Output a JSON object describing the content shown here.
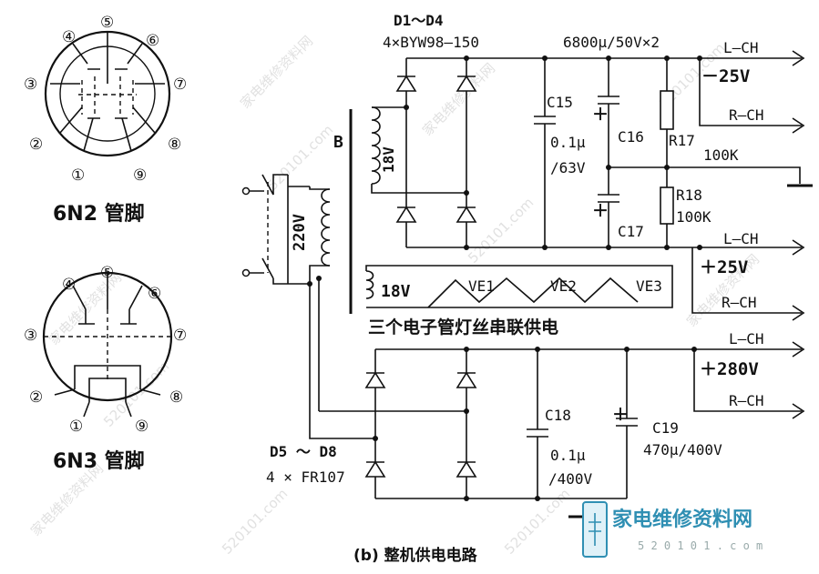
{
  "tubes": {
    "top": {
      "title": "6N2 管脚",
      "pins": [
        "①",
        "②",
        "③",
        "④",
        "⑤",
        "⑥",
        "⑦",
        "⑧",
        "⑨"
      ]
    },
    "bottom": {
      "title": "6N3 管脚",
      "pins": [
        "①",
        "②",
        "③",
        "④",
        "⑤",
        "⑥",
        "⑦",
        "⑧",
        "⑨"
      ]
    }
  },
  "circuit": {
    "d1_d4_label": "D1～D4",
    "d1_d4_part": "4×BYW98—150",
    "c16_c17_value": "6800μ/50V×2",
    "c15_name": "C15",
    "c15_value_1": "0.1μ",
    "c15_value_2": "/63V",
    "c16_name": "C16",
    "c17_name": "C17",
    "r17_name": "R17",
    "r17_value": "100K",
    "r18_name": "R18",
    "r18_value": "100K",
    "transformer_label": "B",
    "secondary_voltage": "18V",
    "primary_voltage": "220V",
    "filament_voltage": "18V",
    "ve1": "VE1",
    "ve2": "VE2",
    "ve3": "VE3",
    "filament_note": "三个电子管灯丝串联供电",
    "d5_d8_label": "D5 ～ D8",
    "d5_d8_part": "4 × FR107",
    "c18_name": "C18",
    "c18_value_1": "0.1μ",
    "c18_value_2": "/400V",
    "c19_name": "C19",
    "c19_value": "470μ/400V",
    "out_neg25": "－25V",
    "out_pos25": "＋25V",
    "out_280": "＋280V",
    "l_ch": "L—CH",
    "r_ch": "R—CH",
    "plus_sign": "＋",
    "caption": "(b) 整机供电电路"
  },
  "watermark": {
    "brand": "家电维修资料网",
    "site": "520101.com",
    "site_spaced": "5 2 0 1 0 1 . c o m"
  }
}
